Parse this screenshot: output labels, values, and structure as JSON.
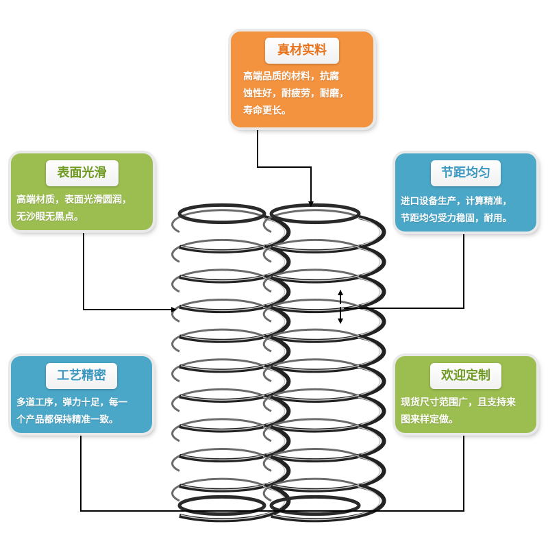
{
  "cards": {
    "top": {
      "title": "真材实料",
      "lines": [
        "高端品质的材料，抗腐",
        "蚀性好，耐疲劳，耐磨，",
        "寿命更长。"
      ],
      "color": "#f3923f"
    },
    "left1": {
      "title": "表面光滑",
      "lines": [
        "高端材质，表面光滑圆润，",
        "无沙眼无黑点。"
      ],
      "color": "#9cbd50"
    },
    "right1": {
      "title": "节距均匀",
      "lines": [
        "进口设备生产，计算精准，",
        "节距均匀受力稳固，耐用。"
      ],
      "color": "#4aa7c8"
    },
    "left2": {
      "title": "工艺精密",
      "lines": [
        "多道工序，弹力十足，每一",
        "个产品都保持精准一致。"
      ],
      "color": "#4aa7c8"
    },
    "right2": {
      "title": "欢迎定制",
      "lines": [
        "现货尺寸范围广，且支持来",
        "图来样定做。"
      ],
      "color": "#9cbd50"
    }
  },
  "images": {
    "springs": "spring-coil-pair"
  }
}
